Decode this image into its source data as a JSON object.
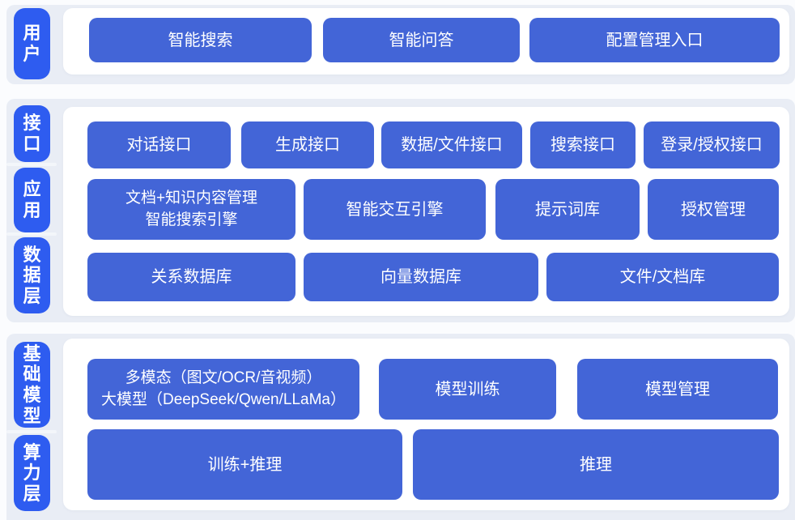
{
  "diagram_title": "layered-ai-platform-architecture",
  "colors": {
    "layer_pill_blue": "#2e5cf0",
    "block_blue": "#4365d7",
    "band_gray": "#e9edf5",
    "panel_white": "#ffffff",
    "text_white": "#ffffff"
  },
  "pills": {
    "user": "用户",
    "api": "接口",
    "app": "应用",
    "data_layer": "数据层",
    "foundation_model": "基础模型",
    "compute_layer": "算力层"
  },
  "blocks": {
    "smart_search": "智能搜索",
    "smart_qa": "智能问答",
    "config_entry": "配置管理入口",
    "dialog_api": "对话接口",
    "generation_api": "生成接口",
    "data_file_api": "数据/文件接口",
    "search_api": "搜索接口",
    "login_auth_api": "登录/授权接口",
    "doc_mgmt_line1": "文档+知识内容管理",
    "doc_mgmt_line2": "智能搜索引擎",
    "interactive_engine": "智能交互引擎",
    "prompt_library": "提示词库",
    "auth_management": "授权管理",
    "relational_db": "关系数据库",
    "vector_db": "向量数据库",
    "file_doc_store": "文件/文档库",
    "llm_line1": "多模态（图文/OCR/音视频）",
    "llm_line2": "大模型（DeepSeek/Qwen/LLaMa）",
    "model_training": "模型训练",
    "model_management": "模型管理",
    "training_inference": "训练+推理",
    "inference": "推理"
  }
}
